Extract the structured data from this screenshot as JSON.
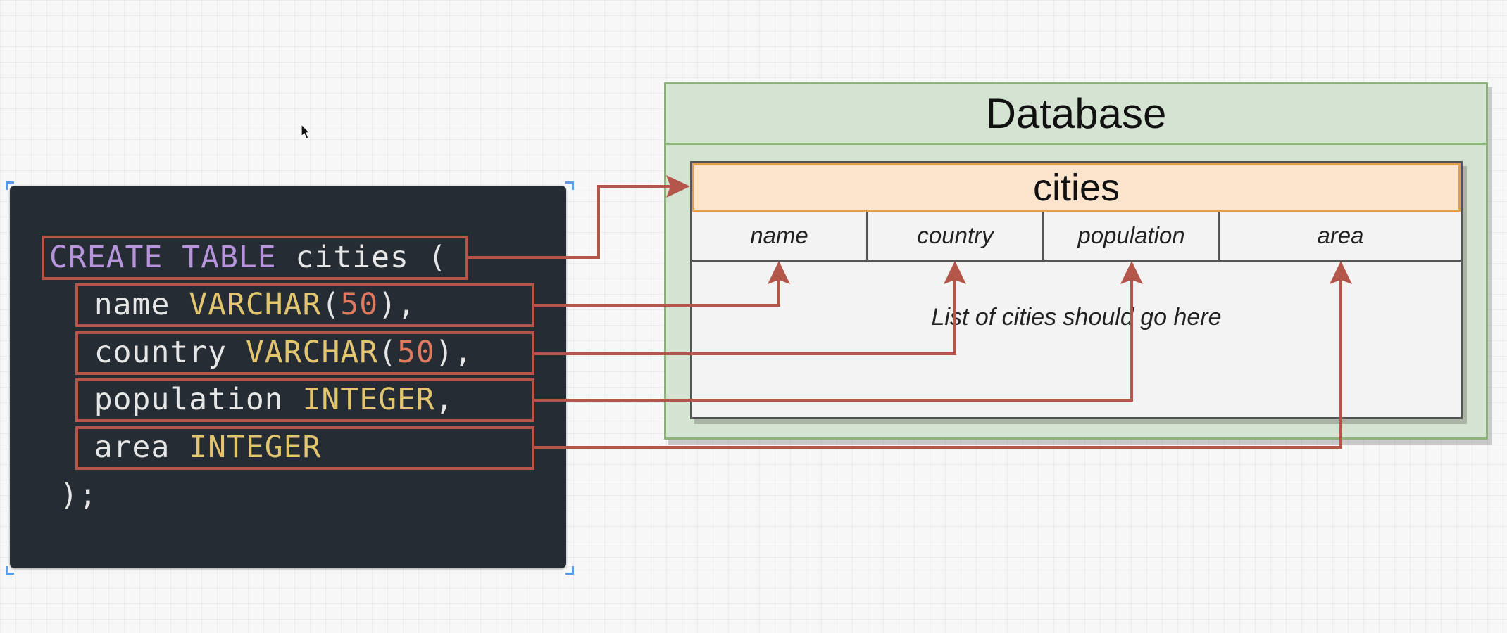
{
  "code": {
    "lines": [
      {
        "parts": [
          {
            "t": "CREATE TABLE",
            "c": "kw"
          },
          {
            "t": " cities ",
            "c": "ident"
          },
          {
            "t": "(",
            "c": "ident"
          }
        ]
      },
      {
        "parts": [
          {
            "t": "  name ",
            "c": "ident"
          },
          {
            "t": "VARCHAR",
            "c": "ty"
          },
          {
            "t": "(",
            "c": "ident"
          },
          {
            "t": "50",
            "c": "num"
          },
          {
            "t": "),",
            "c": "ident"
          }
        ]
      },
      {
        "parts": [
          {
            "t": "  country ",
            "c": "ident"
          },
          {
            "t": "VARCHAR",
            "c": "ty"
          },
          {
            "t": "(",
            "c": "ident"
          },
          {
            "t": "50",
            "c": "num"
          },
          {
            "t": "),",
            "c": "ident"
          }
        ]
      },
      {
        "parts": [
          {
            "t": "  population ",
            "c": "ident"
          },
          {
            "t": "INTEGER",
            "c": "ty"
          },
          {
            "t": ",",
            "c": "ident"
          }
        ]
      },
      {
        "parts": [
          {
            "t": "  area ",
            "c": "ident"
          },
          {
            "t": "INTEGER",
            "c": "ty"
          }
        ]
      },
      {
        "parts": [
          {
            "t": " );",
            "c": "ident"
          }
        ]
      }
    ]
  },
  "database": {
    "title": "Database",
    "table": {
      "name": "cities",
      "columns": [
        "name",
        "country",
        "population",
        "area"
      ],
      "placeholder": "List of cities should go here"
    }
  },
  "colors": {
    "arrow": "#b4574a",
    "code_bg": "#252c34",
    "db_fill": "#d5e3d2",
    "db_border": "#8db57a",
    "table_header": "#fde5cd",
    "table_header_border": "#e0a04a"
  },
  "icons": {
    "cursor": "mouse-pointer-icon"
  }
}
